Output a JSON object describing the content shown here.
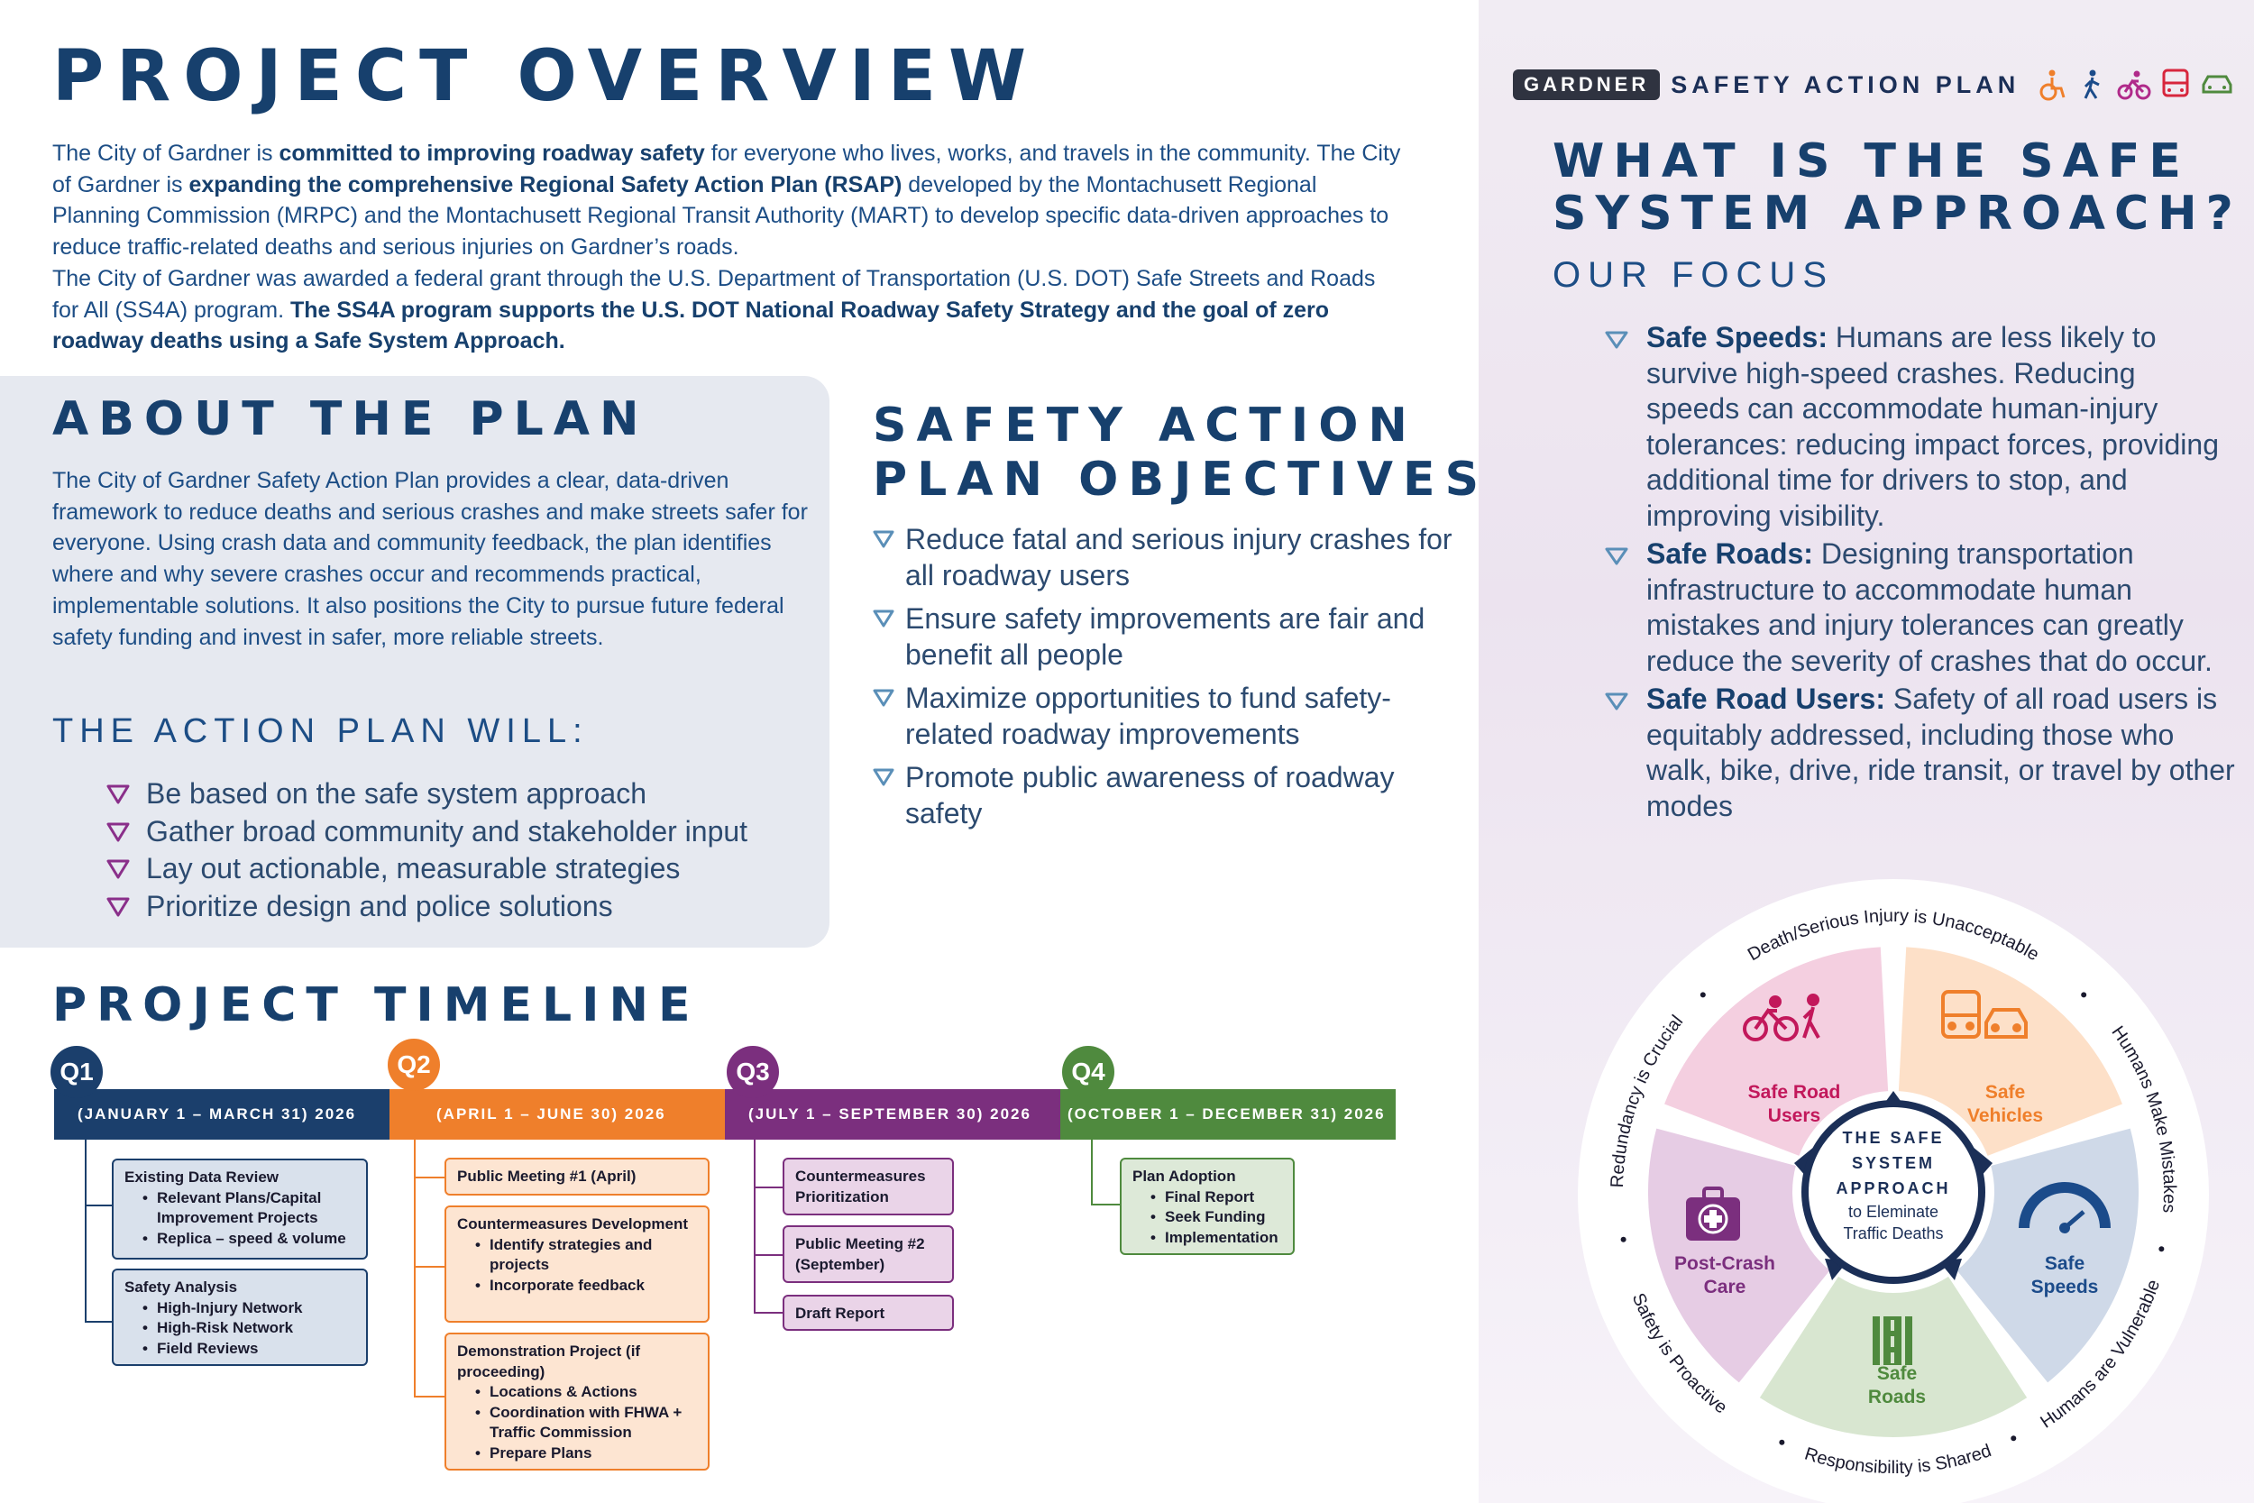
{
  "brand": {
    "badge": "GARDNER",
    "title": "SAFETY ACTION PLAN",
    "icons": [
      "wheelchair-icon",
      "pedestrian-icon",
      "bicycle-icon",
      "bus-icon",
      "car-icon"
    ]
  },
  "overview": {
    "title": "PROJECT OVERVIEW",
    "p1": [
      {
        "t": "The City of Gardner is "
      },
      {
        "t": "committed to improving roadway safety",
        "b": true
      },
      {
        "t": " for everyone who lives, works, and travels in the community. The City of Gardner is "
      },
      {
        "t": "expanding the comprehensive Regional Safety Action Plan (RSAP)",
        "b": true
      },
      {
        "t": " developed by the Montachusett Regional Planning Commission (MRPC) and the Montachusett Regional Transit Authority (MART) to develop specific data-driven approaches to reduce traffic-related deaths and serious injuries on Gardner’s roads."
      }
    ],
    "p2": [
      {
        "t": "The City of Gardner was awarded a federal grant through the U.S. Department of Transportation (U.S. DOT) Safe Streets and Roads for All (SS4A) program. "
      },
      {
        "t": "The SS4A program supports the U.S. DOT National Roadway Safety Strategy and the goal of zero roadway deaths using a Safe System Approach.",
        "b": true
      }
    ]
  },
  "about": {
    "title": "ABOUT THE PLAN",
    "body": "The City of Gardner Safety Action Plan provides a clear, data-driven framework to reduce deaths and serious crashes and make streets safer for everyone. Using crash data and community feedback, the plan identifies where and why severe crashes occur and recommends practical, implementable solutions. It also positions the City to pursue future federal safety funding and invest in safer, more reliable streets.",
    "will_title": "THE ACTION PLAN WILL:",
    "will_items": [
      "Be based on the safe system approach",
      "Gather broad community and stakeholder input",
      "Lay out actionable, measurable strategies",
      "Prioritize design and police solutions"
    ]
  },
  "objectives": {
    "title_line1": "SAFETY ACTION",
    "title_line2": "PLAN OBJECTIVES",
    "items": [
      "Reduce fatal and serious injury crashes for all roadway users",
      "Ensure safety improvements are fair and benefit all people",
      "Maximize opportunities to fund safety-related roadway improvements",
      "Promote public awareness of roadway safety"
    ]
  },
  "what": {
    "title_line1": "WHAT IS THE SAFE",
    "title_line2": "SYSTEM APPROACH?",
    "focus_title": "OUR FOCUS",
    "items": [
      {
        "term": "Safe Speeds:",
        "text": " Humans are less likely to survive high-speed crashes. Reducing speeds can accommodate human-injury tolerances: reducing impact forces, providing additional time for drivers to stop, and improving visibility."
      },
      {
        "term": "Safe Roads:",
        "text": " Designing transportation infrastructure to accommodate human mistakes and injury tolerances can greatly reduce the severity of crashes that do occur."
      },
      {
        "term": "Safe Road Users:",
        "text": " Safety of all road users is equitably addressed, including those who walk, bike, drive, ride transit, or travel by other modes"
      }
    ]
  },
  "timeline": {
    "title": "PROJECT TIMELINE",
    "quarters": [
      {
        "badge": "Q1",
        "range": "(JANUARY 1 – MARCH 31) 2026",
        "color": "#1b3f6c"
      },
      {
        "badge": "Q2",
        "range": "(APRIL 1 – JUNE 30) 2026",
        "color": "#ef7f2b"
      },
      {
        "badge": "Q3",
        "range": "(JULY 1 – SEPTEMBER 30) 2026",
        "color": "#7b2f7e"
      },
      {
        "badge": "Q4",
        "range": "(OCTOBER 1 – DECEMBER 31) 2026",
        "color": "#4f8a3e"
      }
    ],
    "q1_cards": [
      {
        "title": "Existing Data Review",
        "items": [
          "Relevant Plans/Capital Improvement Projects",
          "Replica – speed & volume"
        ]
      },
      {
        "title": "Safety Analysis",
        "items": [
          "High-Injury Network",
          "High-Risk Network",
          "Field Reviews"
        ]
      }
    ],
    "q2_cards": [
      {
        "title": "Public Meeting #1 (April)",
        "items": []
      },
      {
        "title": "Countermeasures Development",
        "items": [
          "Identify strategies and projects",
          "Incorporate feedback"
        ]
      },
      {
        "title": "Demonstration Project (if proceeding)",
        "items": [
          "Locations & Actions",
          "Coordination with FHWA + Traffic Commission",
          "Prepare Plans"
        ]
      }
    ],
    "q3_cards": [
      {
        "title": "Countermeasures Prioritization",
        "items": []
      },
      {
        "title": "Public Meeting #2 (September)",
        "items": []
      },
      {
        "title": "Draft Report",
        "items": []
      }
    ],
    "q4_cards": [
      {
        "title": "Plan Adoption",
        "items": [
          "Final Report",
          "Seek Funding",
          "Implementation"
        ]
      }
    ]
  },
  "wheel": {
    "center_line1": "THE SAFE",
    "center_line2": "SYSTEM",
    "center_line3": "APPROACH",
    "center_line4": "to Eleminate",
    "center_line5": "Traffic Deaths",
    "segments": [
      {
        "line1": "Safe Road",
        "line2": "Users",
        "color": "#f4cfe0",
        "text_color": "#c2185b"
      },
      {
        "line1": "Safe",
        "line2": "Vehicles",
        "color": "#fde0c8",
        "text_color": "#ef7f2b"
      },
      {
        "line1": "Safe",
        "line2": "Speeds",
        "color": "#cfd9e8",
        "text_color": "#1b4b8a"
      },
      {
        "line1": "Safe",
        "line2": "Roads",
        "color": "#d8e6d0",
        "text_color": "#4f8a3e"
      },
      {
        "line1": "Post-Crash",
        "line2": "Care",
        "color": "#e6cce4",
        "text_color": "#7b2f7e"
      }
    ],
    "ring": {
      "top": "Death/Serious Injury is Unacceptable",
      "upper_right": "Humans Make Mistakes",
      "lower_right": "Humans are Vulnerable",
      "bottom": "Responsibility is Shared",
      "lower_left": "Safety is Proactive",
      "upper_left": "Redundancy is Crucial"
    }
  }
}
